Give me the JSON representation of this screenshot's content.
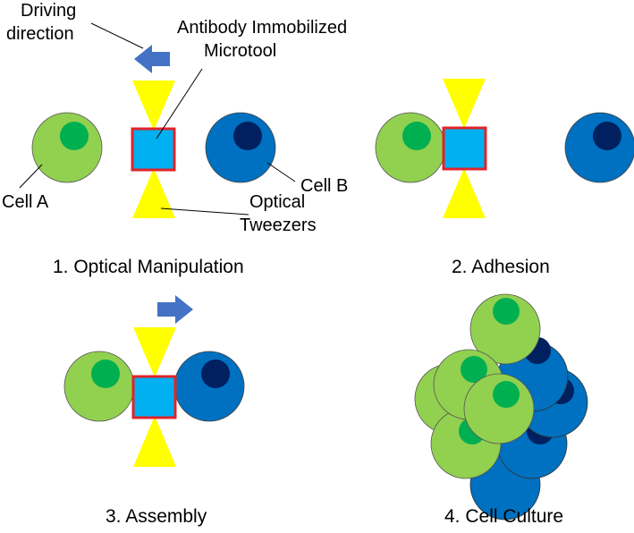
{
  "labels": {
    "driving_line1": "Driving",
    "driving_line2": "direction",
    "antibody_line1": "Antibody Immobilized",
    "antibody_line2": "Microtool",
    "cell_a": "Cell A",
    "cell_b": "Cell B",
    "optical_line1": "Optical",
    "optical_line2": "Tweezers"
  },
  "captions": {
    "step1": "1. Optical Manipulation",
    "step2": "2. Adhesion",
    "step3": "3. Assembly",
    "step4": "4. Cell Culture"
  },
  "colors": {
    "cell_a_outer": "#92D050",
    "cell_a_nucleus": "#00B050",
    "cell_b_outer": "#0070C0",
    "cell_b_nucleus": "#002060",
    "tweezer": "#FFFF00",
    "microtool_fill": "#00B0F0",
    "microtool_border": "#E0242A",
    "arrow": "#4472C4"
  }
}
